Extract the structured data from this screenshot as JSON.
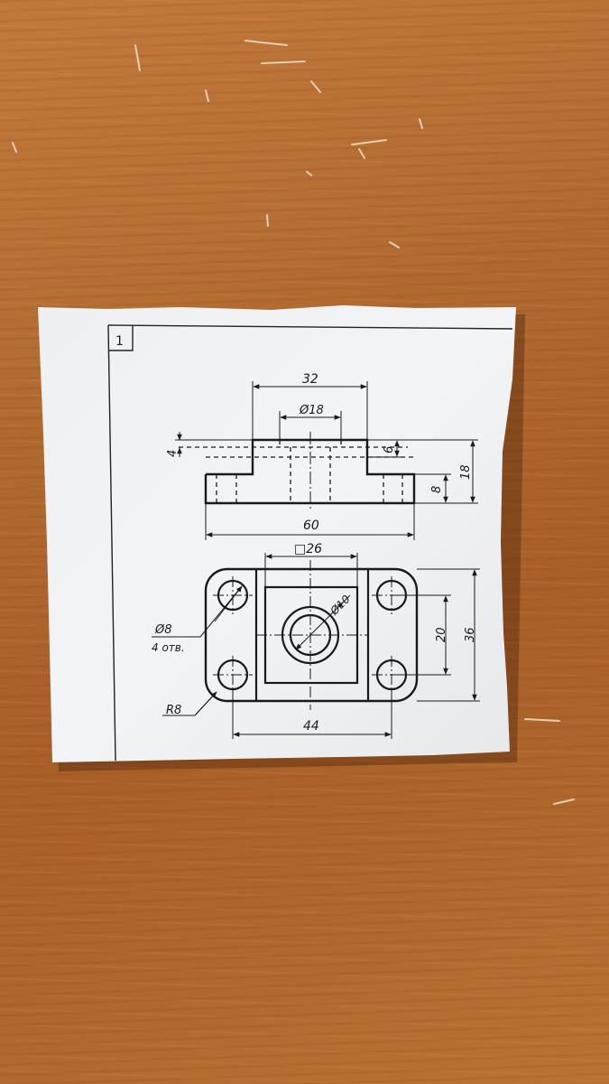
{
  "photo": {
    "surface": "wooden table",
    "subject": "sheet of paper with technical drawing"
  },
  "drawing": {
    "cell_number": "1",
    "front_view": {
      "top_width": "32",
      "bore_diameter": "Ø18",
      "step_depth": "4",
      "boss_height": "6",
      "base_height": "8",
      "total_height": "18",
      "total_length": "60"
    },
    "top_view": {
      "square_size": "□26",
      "center_hole": "Ø10",
      "corner_holes_diameter": "Ø8",
      "corner_holes_count": "4 отв.",
      "corner_radius": "R8",
      "hole_spacing_y": "20",
      "total_width": "36",
      "hole_spacing_x": "44"
    }
  }
}
